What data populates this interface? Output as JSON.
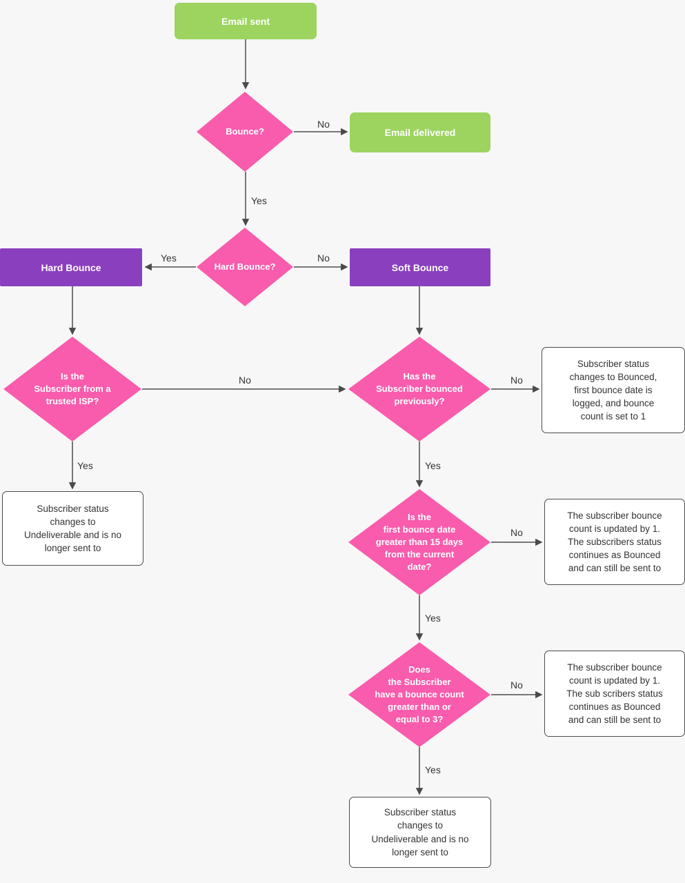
{
  "colors": {
    "background": "#f7f7f7",
    "terminal_green": "#9cd45f",
    "decision_pink": "#f95cac",
    "process_purple": "#8a3fbe",
    "box_border": "#4a4a4a",
    "connector": "#4a4a4a",
    "text_dark": "#333333"
  },
  "nodes": {
    "email_sent": "Email sent",
    "bounce_q": "Bounce?",
    "email_delivered": "Email delivered",
    "hard_bounce_q": "Hard Bounce?",
    "hard_bounce": "Hard Bounce",
    "soft_bounce": "Soft Bounce",
    "trusted_isp_q": "Is the\nSubscriber from a\ntrusted ISP?",
    "bounced_previously_q": "Has the\nSubscriber bounced\npreviously?",
    "bounced_status": "Subscriber status\nchanges to Bounced,\nfirst bounce date is\nlogged, and bounce\ncount is set to 1",
    "undeliverable_left": "Subscriber status\nchanges to\nUndeliverable and is no\nlonger sent to",
    "first_bounce_date_q": "Is the\nfirst bounce date\ngreater than 15 days\nfrom the current\ndate?",
    "bounce_count_updated_mid": "The subscriber bounce\ncount is updated by 1.\nThe subscribers status\ncontinues as Bounced\nand can still be sent to",
    "bounce_count_q": "Does\nthe Subscriber\nhave a bounce count\ngreater than or\nequal to 3?",
    "bounce_count_updated_low": "The subscriber bounce\ncount is updated by 1.\nThe sub scribers status\ncontinues as Bounced\nand can still be sent to",
    "undeliverable_final": "Subscriber status\nchanges to\nUndeliverable and is no\nlonger sent to"
  },
  "edge_labels": {
    "bounce_no": "No",
    "bounce_yes": "Yes",
    "hard_yes": "Yes",
    "hard_no": "No",
    "isp_no": "No",
    "prev_no": "No",
    "isp_yes": "Yes",
    "prev_yes": "Yes",
    "date_no": "No",
    "date_yes": "Yes",
    "count_no": "No",
    "count_yes": "Yes"
  }
}
